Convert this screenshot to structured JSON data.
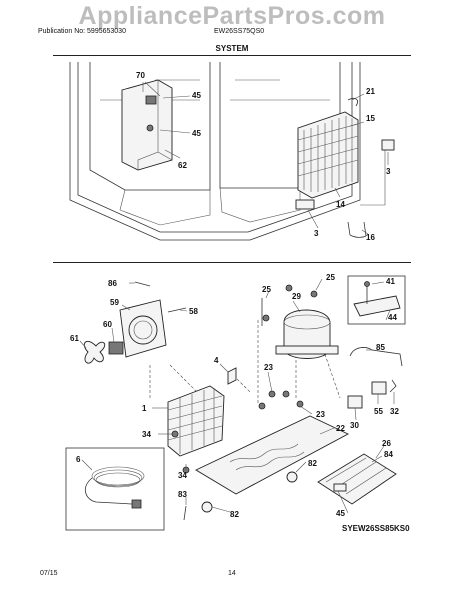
{
  "header": {
    "watermark": "AppliancePartsPros.com",
    "publication": "Publication No: 5995653030",
    "model": "EW26SS75QS0",
    "section_title": "SYSTEM"
  },
  "diagram": {
    "upper_labels": [
      "70",
      "45",
      "45",
      "62",
      "21",
      "15",
      "3",
      "14",
      "3",
      "16"
    ],
    "lower_labels": [
      "86",
      "59",
      "58",
      "60",
      "61",
      "25",
      "29",
      "25",
      "41",
      "44",
      "4",
      "23",
      "85",
      "1",
      "23",
      "55",
      "32",
      "30",
      "34",
      "22",
      "26",
      "34",
      "82",
      "84",
      "6",
      "83",
      "82",
      "45"
    ],
    "diagram_code": "SYEW26SS85KS0"
  },
  "footer": {
    "date": "07/15",
    "page": "14"
  }
}
